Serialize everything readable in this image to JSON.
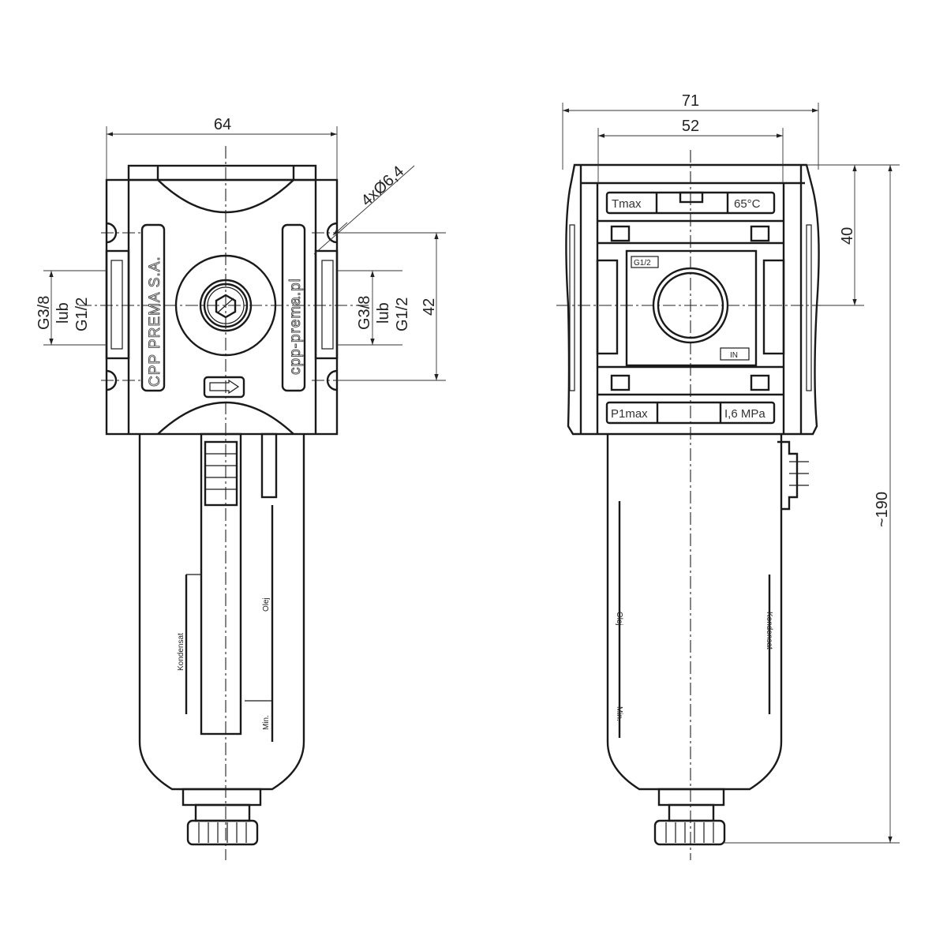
{
  "front_view": {
    "width_dim": "64",
    "hole_dim": "4xØ6,4",
    "height_dim": "42",
    "port_left": {
      "line1": "G3/8",
      "line2": "lub",
      "line3": "G1/2"
    },
    "port_right": {
      "line1": "G3/8",
      "line2": "lub",
      "line3": "G1/2"
    },
    "brand_left": "CPP PREMA S.A.",
    "brand_right": "cpp-prema.pl",
    "bowl_label_condensate": "Kondensat",
    "bowl_label_oil": "Olej",
    "bowl_label_min": "Min."
  },
  "side_view": {
    "outer_width_dim": "71",
    "inner_width_dim": "52",
    "top_height_dim": "40",
    "total_height_dim": "~190",
    "tmax_label": "Tmax",
    "tmax_value": "65°C",
    "p1max_label": "P1max",
    "p1max_value": "I,6 MPa",
    "port_label": "G1/2",
    "in_label": "IN",
    "bowl_label_oil": "Olej",
    "bowl_label_condensate": "Kondensat",
    "bowl_label_min": "Min."
  }
}
